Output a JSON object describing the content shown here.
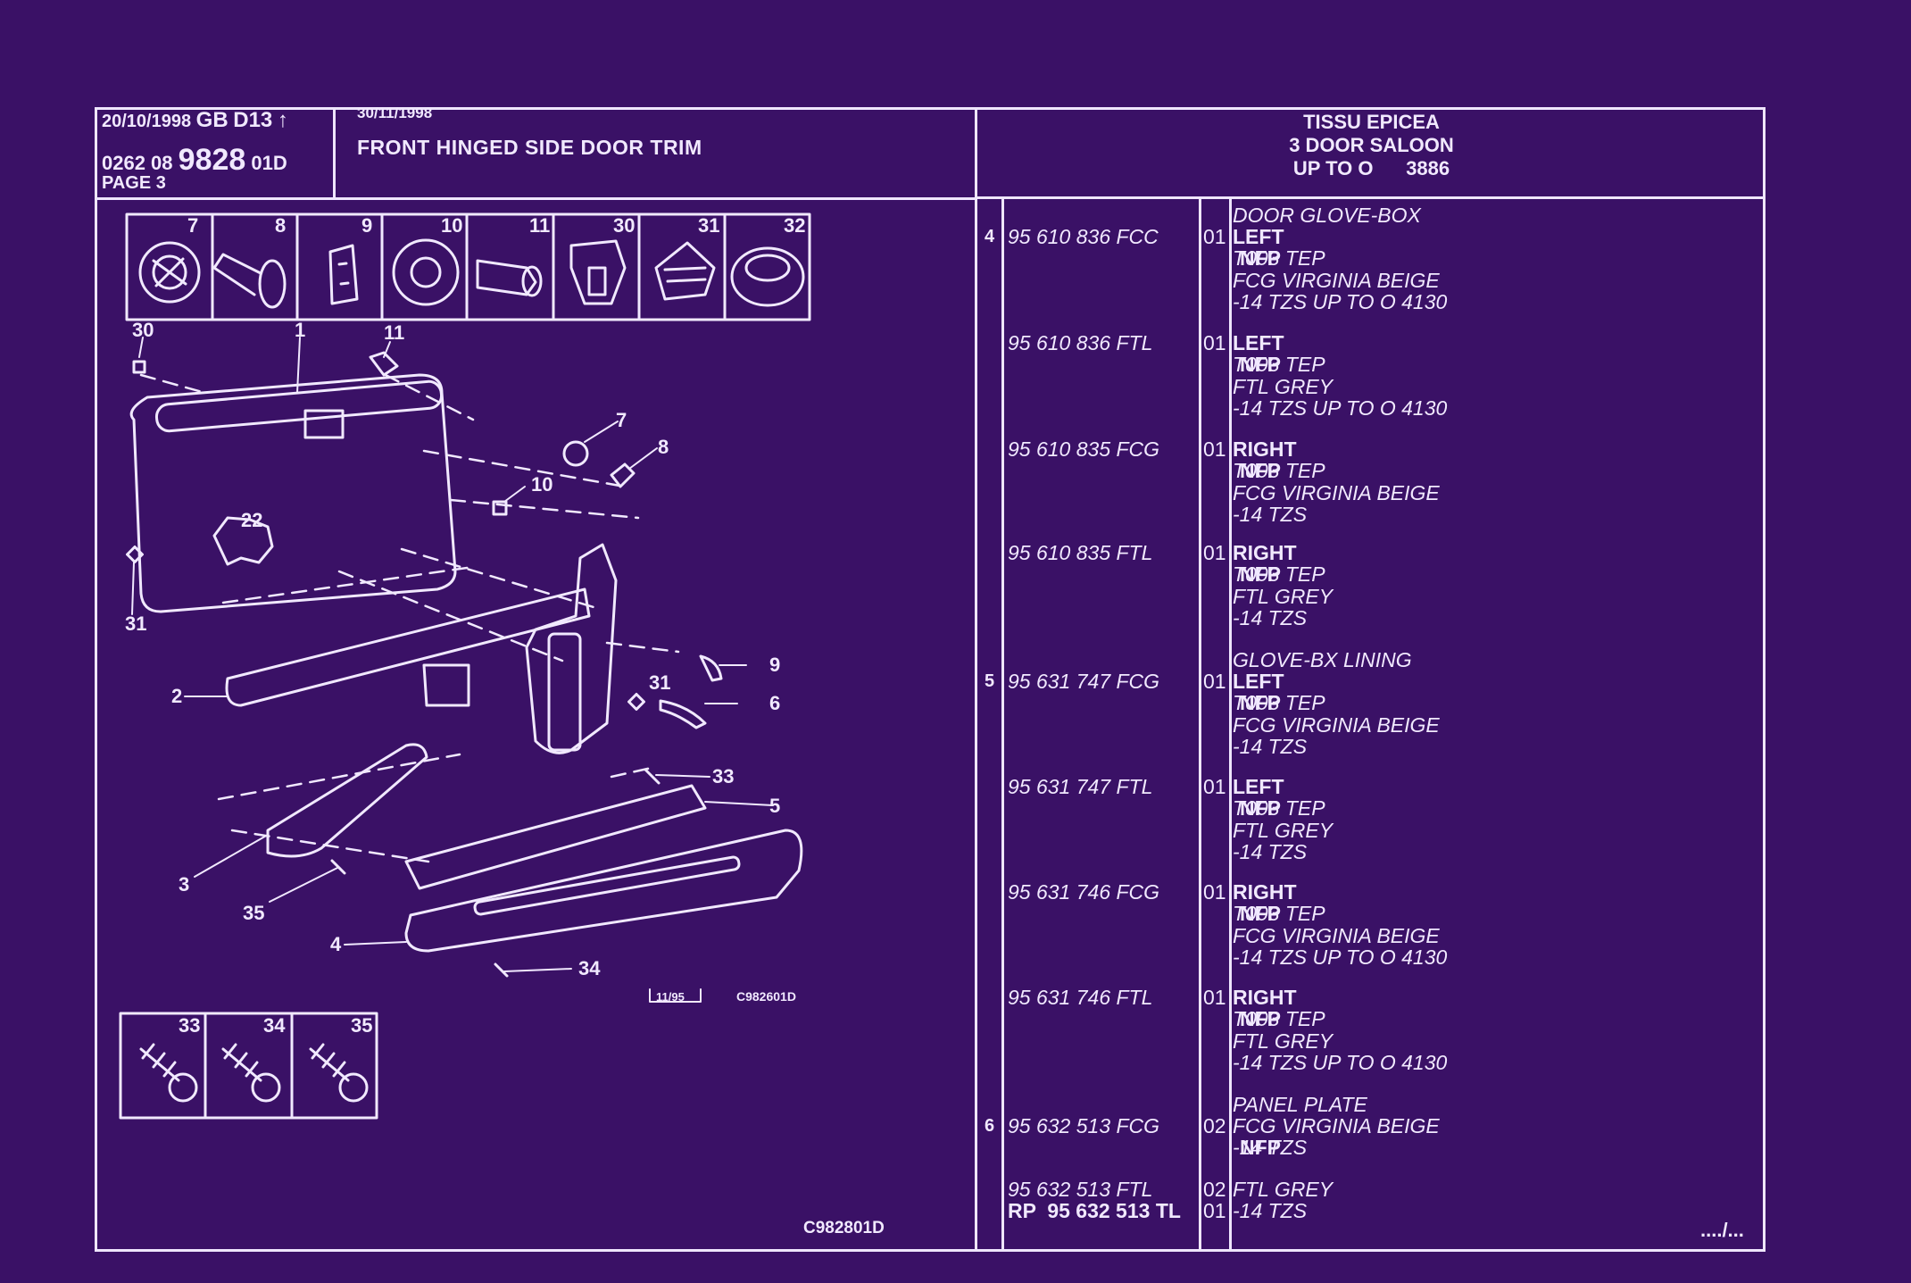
{
  "header": {
    "date1": "20/10/1998",
    "country": "GB",
    "code": "D13",
    "arrow": "↑",
    "ref_prefix": "0262 08",
    "ref_number": "9828",
    "ref_suffix": "01D",
    "page": "PAGE 3",
    "date2": "30/11/1998",
    "title": "FRONT HINGED SIDE DOOR TRIM",
    "right_line1": "TISSU EPICEA",
    "right_line2": "3 DOOR SALOON",
    "right_line3": "UP TO O      3886"
  },
  "figure": {
    "code_bottom": "C982801D",
    "ref_date": "11/95",
    "ref_code": "C982601D",
    "top_box_numbers": [
      "7",
      "8",
      "9",
      "10",
      "11",
      "30",
      "31",
      "32"
    ],
    "bottom_box_numbers": [
      "33",
      "34",
      "35"
    ],
    "callouts": [
      "30",
      "1",
      "11",
      "7",
      "8",
      "10",
      "22",
      "31",
      "9",
      "2",
      "31",
      "6",
      "33",
      "5",
      "3",
      "35",
      "4",
      "34"
    ]
  },
  "parts": [
    {
      "group": "DOOR GLOVE-BOX",
      "item": "4",
      "pn": "95 610 836 FCC",
      "nfp": "NFP",
      "qty": "01",
      "side": "LEFT",
      "lines": [
        "T003 TEP",
        "FCG VIRGINIA BEIGE",
        "-14 TZS UP TO O 4130"
      ]
    },
    {
      "group": "",
      "item": "",
      "pn": "95 610 836 FTL",
      "nfp": "NFP",
      "qty": "01",
      "side": "LEFT",
      "lines": [
        "T003 TEP",
        "FTL GREY",
        "-14 TZS UP TO O 4130"
      ]
    },
    {
      "group": "",
      "item": "",
      "pn": "95 610 835 FCG",
      "nfp": "NFP",
      "qty": "01",
      "side": "RIGHT",
      "lines": [
        "T003 TEP",
        "FCG VIRGINIA BEIGE",
        "-14 TZS"
      ]
    },
    {
      "group": "",
      "item": "",
      "pn": "95 610 835 FTL",
      "nfp": "NFP",
      "qty": "01",
      "side": "RIGHT",
      "lines": [
        "T003 TEP",
        "FTL GREY",
        "-14 TZS"
      ]
    },
    {
      "group": "GLOVE-BX LINING",
      "item": "5",
      "pn": "95 631 747 FCG",
      "nfp": "NFP",
      "qty": "01",
      "side": "LEFT",
      "lines": [
        "T003 TEP",
        "FCG VIRGINIA BEIGE",
        "-14 TZS"
      ]
    },
    {
      "group": "",
      "item": "",
      "pn": "95 631 747 FTL",
      "nfp": "NFP",
      "qty": "01",
      "side": "LEFT",
      "lines": [
        "T003 TEP",
        "FTL GREY",
        "-14 TZS"
      ]
    },
    {
      "group": "",
      "item": "",
      "pn": "95 631 746 FCG",
      "nfp": "NFP",
      "qty": "01",
      "side": "RIGHT",
      "lines": [
        "T003 TEP",
        "FCG VIRGINIA BEIGE",
        "-14 TZS UP TO O 4130"
      ]
    },
    {
      "group": "",
      "item": "",
      "pn": "95 631 746 FTL",
      "nfp": "NFP",
      "qty": "01",
      "side": "RIGHT",
      "lines": [
        "T003 TEP",
        "FTL GREY",
        "-14 TZS UP TO O 4130"
      ]
    },
    {
      "group": "PANEL PLATE",
      "item": "6",
      "pn": "95 632 513 FCG",
      "nfp": "NFP",
      "qty": "02",
      "side": "",
      "lines": [
        "FCG VIRGINIA BEIGE",
        "-14 TZS"
      ]
    },
    {
      "group": "",
      "item": "",
      "pn": "95 632 513 FTL",
      "nfp": "",
      "qty": "02",
      "side": "",
      "lines": [
        "FTL GREY"
      ]
    },
    {
      "group": "",
      "item": "",
      "pn": "RP  95 632 513 TL",
      "nfp": "",
      "qty": "01",
      "side": "",
      "lines": [
        "-14 TZS"
      ]
    }
  ],
  "continuation": "..../..."
}
